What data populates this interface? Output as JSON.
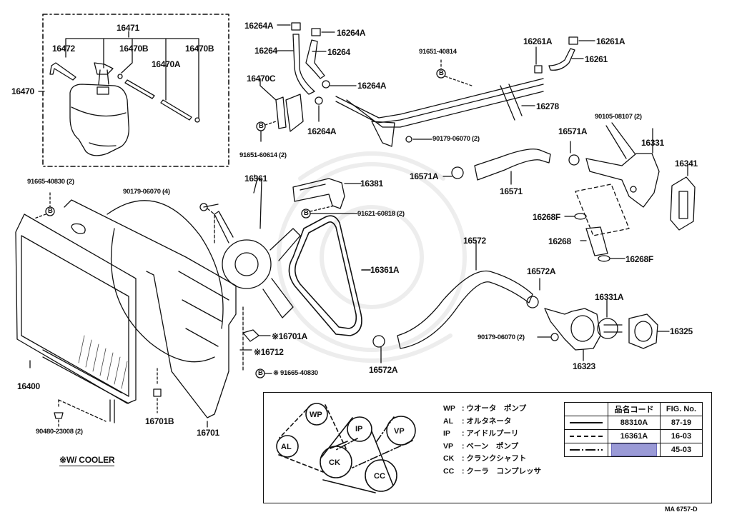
{
  "diagram": {
    "title": "Radiator & Water Outlet parts diagram",
    "figure_code": "MA 6757-D",
    "cooler_note": "※W/ COOLER",
    "labels": {
      "p16471": "16471",
      "p16472": "16472",
      "p16470B_a": "16470B",
      "p16470B_b": "16470B",
      "p16470A": "16470A",
      "p16470": "16470",
      "p16264A_1": "16264A",
      "p16264A_2": "16264A",
      "p16264_1": "16264",
      "p16264_2": "16264",
      "p16264A_3": "16264A",
      "p16264A_4": "16264A",
      "p16470C": "16470C",
      "p91651_60614": "91651-60614 (2)",
      "p91651_40814": "91651-40814",
      "p16261A_1": "16261A",
      "p16261A_2": "16261A",
      "p16261": "16261",
      "p16278": "16278",
      "p90179_06070_2a": "90179-06070 (2)",
      "p90105_08107": "90105-08107 (2)",
      "p16571A_1": "16571A",
      "p16571A_2": "16571A",
      "p16331": "16331",
      "p16341": "16341",
      "p16571": "16571",
      "p91665_40830_2": "91665-40830 (2)",
      "p90179_06070_4": "90179-06070 (4)",
      "p16361": "16361",
      "p16381": "16381",
      "p91621_60818": "91621-60818 (2)",
      "p16268F_1": "16268F",
      "p16268": "16268",
      "p16268F_2": "16268F",
      "p16572": "16572",
      "p16361A": "16361A",
      "p16572A_1": "16572A",
      "p16331A": "16331A",
      "p16701A": "※16701A",
      "p16712": "※16712",
      "p16325": "16325",
      "p90179_06070_2b": "90179-06070 (2)",
      "p16323": "16323",
      "p16572A_2": "16572A",
      "p91665_40830": "※ 91665-40830",
      "p16400": "16400",
      "p16701B": "16701B",
      "p16701": "16701",
      "p90480_23008": "90480-23008 (2)",
      "bolt_symbol": "B"
    }
  },
  "belt_legend": {
    "pulleys": [
      "WP",
      "AL",
      "IP",
      "VP",
      "CK",
      "CC"
    ],
    "abbreviations": [
      {
        "key": "WP",
        "sep": ":",
        "desc": "ウオータ　ポンプ"
      },
      {
        "key": "AL",
        "sep": ":",
        "desc": "オルタネータ"
      },
      {
        "key": "IP",
        "sep": ":",
        "desc": "アイドルプーリ"
      },
      {
        "key": "VP",
        "sep": ":",
        "desc": "ベーン　ポンプ"
      },
      {
        "key": "CK",
        "sep": ":",
        "desc": "クランクシャフト"
      },
      {
        "key": "CC",
        "sep": ":",
        "desc": "クーラ　コンプレッサ"
      }
    ],
    "table": {
      "headers": [
        "",
        "品名コード",
        "FIG. No."
      ],
      "rows": [
        {
          "line": "solid",
          "code": "88310A",
          "fig": "87-19"
        },
        {
          "line": "dashed",
          "code": "16361A",
          "fig": "16-03"
        },
        {
          "line": "dash-dot",
          "code": "",
          "fig": "45-03",
          "highlighted": true
        }
      ],
      "highlight_color": "#9a9ad6"
    }
  }
}
